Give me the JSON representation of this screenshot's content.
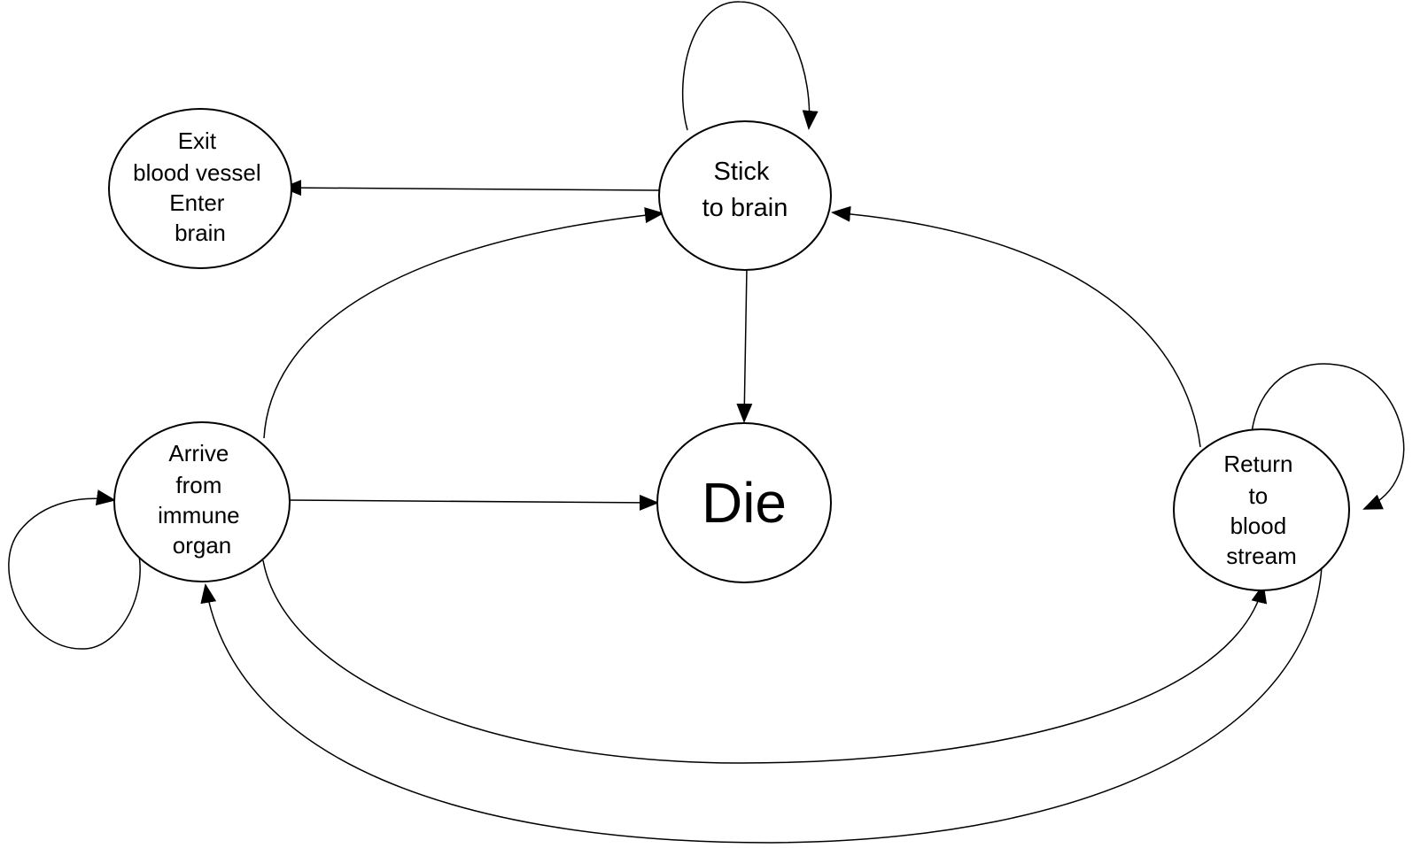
{
  "nodes": {
    "exit_blood_vessel": {
      "lines": [
        "Exit",
        "blood vessel",
        "Enter",
        "brain"
      ]
    },
    "stick_to_brain": {
      "lines": [
        "Stick",
        "to brain"
      ]
    },
    "arrive_from_immune_organ": {
      "lines": [
        "Arrive",
        "from",
        "immune",
        "organ"
      ]
    },
    "die": {
      "lines": [
        "Die"
      ]
    },
    "return_to_blood_stream": {
      "lines": [
        "Return",
        "to",
        "blood",
        "stream"
      ]
    }
  },
  "edges": [
    {
      "from": "stick_to_brain",
      "to": "stick_to_brain"
    },
    {
      "from": "stick_to_brain",
      "to": "exit_blood_vessel"
    },
    {
      "from": "stick_to_brain",
      "to": "die"
    },
    {
      "from": "arrive_from_immune_organ",
      "to": "stick_to_brain"
    },
    {
      "from": "arrive_from_immune_organ",
      "to": "die"
    },
    {
      "from": "arrive_from_immune_organ",
      "to": "arrive_from_immune_organ"
    },
    {
      "from": "arrive_from_immune_organ",
      "to": "return_to_blood_stream"
    },
    {
      "from": "return_to_blood_stream",
      "to": "stick_to_brain"
    },
    {
      "from": "return_to_blood_stream",
      "to": "return_to_blood_stream"
    },
    {
      "from": "return_to_blood_stream",
      "to": "arrive_from_immune_organ"
    }
  ],
  "colors": {
    "stroke": "#000000",
    "background": "#ffffff"
  }
}
